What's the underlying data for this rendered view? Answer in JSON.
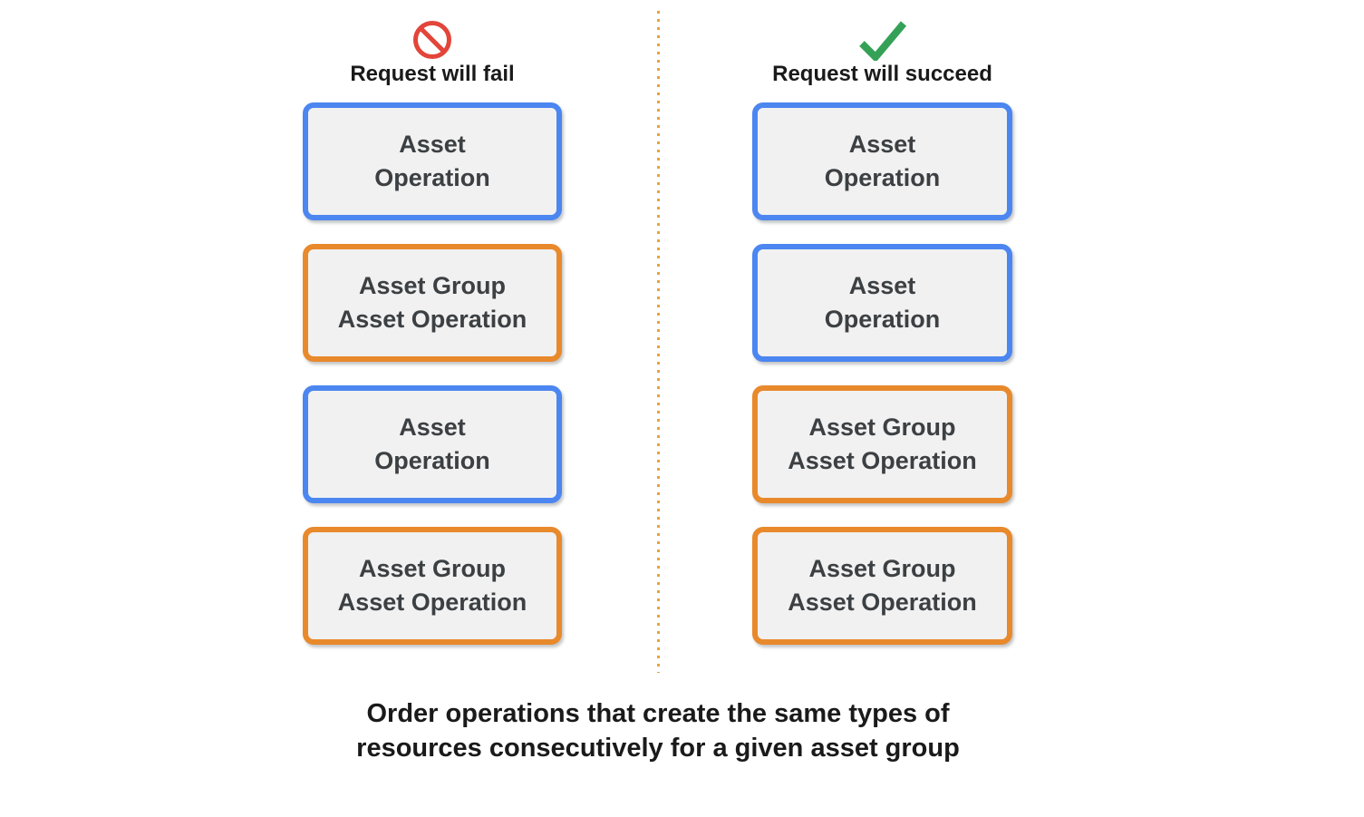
{
  "columns": [
    {
      "title": "Request will fail",
      "result": "fail",
      "icon": "prohibited-icon",
      "boxes": [
        {
          "text": "Asset\nOperation",
          "type": "asset_operation",
          "accent": "blue"
        },
        {
          "text": "Asset Group\nAsset Operation",
          "type": "asset_group_asset_operation",
          "accent": "orange"
        },
        {
          "text": "Asset\nOperation",
          "type": "asset_operation",
          "accent": "blue"
        },
        {
          "text": "Asset Group\nAsset Operation",
          "type": "asset_group_asset_operation",
          "accent": "orange"
        }
      ]
    },
    {
      "title": "Request will succeed",
      "result": "succeed",
      "icon": "checkmark-icon",
      "boxes": [
        {
          "text": "Asset\nOperation",
          "type": "asset_operation",
          "accent": "blue"
        },
        {
          "text": "Asset\nOperation",
          "type": "asset_operation",
          "accent": "blue"
        },
        {
          "text": "Asset Group\nAsset Operation",
          "type": "asset_group_asset_operation",
          "accent": "orange"
        },
        {
          "text": "Asset Group\nAsset Operation",
          "type": "asset_group_asset_operation",
          "accent": "orange"
        }
      ]
    }
  ],
  "caption": {
    "text": "Order operations that create the same types of\nresources consecutively for a given asset group"
  },
  "colors": {
    "blue-accent": "#4C86F0",
    "orange-accent": "#E8892C",
    "box-fill": "#F1F1F1",
    "box-text": "#3C4043",
    "fail-red": "#E3453A",
    "success-green": "#35A157",
    "divider-orange": "#E8A33D",
    "heading-text": "#1A1A1A"
  }
}
